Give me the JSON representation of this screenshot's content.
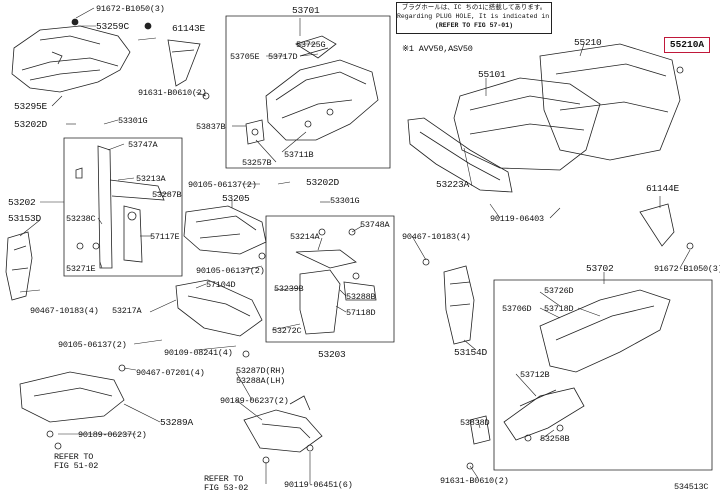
{
  "header_note": {
    "line1": "ブラグホールは、IC ちの1に搭載してあります。",
    "line2": "Regarding PLUG HOLE, It is indicated in FIG 57-01",
    "line3": "(REFER TO FIG 57-01)"
  },
  "models": "※1 AVV50,ASV50",
  "highlighted_part": "55210A",
  "figure_code": "534513C",
  "labels": {
    "p91672_b1050_3": "91672-B1050(3)",
    "p53259c": "53259C",
    "p61143e": "61143E",
    "p53701": "53701",
    "p53725g": "53725G",
    "p53705e": "53705E",
    "p53717d": "53717D",
    "p91631_b0610_2a": "91631-B0610(2)",
    "p53295e": "53295E",
    "p53837b": "53837B",
    "p53202d_left": "53202D",
    "p53301g_a": "53301G",
    "p53257b": "53257B",
    "p53711b": "53711B",
    "p53747a": "53747A",
    "p53213a": "53213A",
    "p53287b": "53287B",
    "p53202": "53202",
    "p53153d": "53153D",
    "p53238c": "53238C",
    "p57117e": "57117E",
    "p53271e": "53271E",
    "p90467_10183_4a": "90467-10183(4)",
    "p90105_06137_2a": "90105-06137(2)",
    "p53205": "53205",
    "p53202d_mid": "53202D",
    "p53301g_b": "53301G",
    "p53214a": "53214A",
    "p53748a": "53748A",
    "p90105_06137_2b": "90105-06137(2)",
    "p57104d": "57104D",
    "p53239b": "53239B",
    "p53288b": "53288B",
    "p53217a": "53217A",
    "p57118d": "57118D",
    "p53272c": "53272C",
    "p90105_06137_2c": "90105-06137(2)",
    "p90109_08241_4": "90109-08241(4)",
    "p53203": "53203",
    "p90467_07201_4": "90467-07201(4)",
    "p53287d_rh": "53287D(RH)",
    "p53288a_lh": "53288A(LH)",
    "p90189_06237_2a": "90189-06237(2)",
    "p53289a": "53289A",
    "p90189_06237_2b": "90189-06237(2)",
    "refer_fig_51": "REFER TO",
    "refer_fig_51b": "FIG 51-02",
    "refer_fig_53": "REFER TO",
    "refer_fig_53b": "FIG 53-02",
    "p90119_06451_6": "90119-06451(6)",
    "p55101": "55101",
    "p55210": "55210",
    "p53223a": "53223A",
    "p90119_06403": "90119-06403",
    "p61144e": "61144E",
    "p90467_10183_4b": "90467-10183(4)",
    "p91672_b1050_3b": "91672-B1050(3)",
    "p53702": "53702",
    "p53726d": "53726D",
    "p53706d": "53706D",
    "p53718d": "53718D",
    "p53154d": "53154D",
    "p53712b": "53712B",
    "p53838d": "53838D",
    "p53258b": "53258B",
    "p91631_b0610_2b": "91631-B0610(2)"
  }
}
